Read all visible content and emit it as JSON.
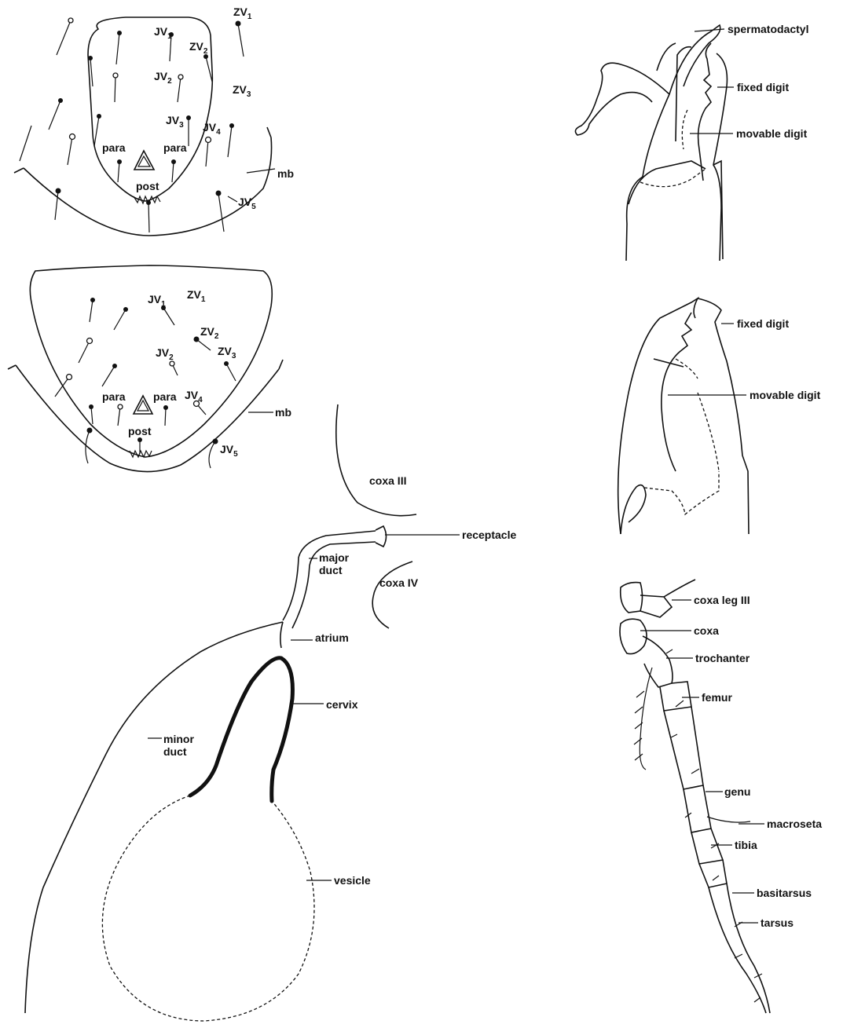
{
  "shield_upper": {
    "labels": {
      "zv1": {
        "main": "ZV",
        "sub": "1"
      },
      "jv1": {
        "main": "JV",
        "sub": "1"
      },
      "zv2": {
        "main": "ZV",
        "sub": "2"
      },
      "jv2": {
        "main": "JV",
        "sub": "2"
      },
      "zv3": {
        "main": "ZV",
        "sub": "3"
      },
      "jv3": {
        "main": "JV",
        "sub": "3"
      },
      "jv4": {
        "main": "JV",
        "sub": "4"
      },
      "para_left": "para",
      "para_right": "para",
      "mb": "mb",
      "post": "post",
      "jv5": {
        "main": "JV",
        "sub": "5"
      }
    }
  },
  "shield_lower": {
    "labels": {
      "jv1": {
        "main": "JV",
        "sub": "1"
      },
      "zv1": {
        "main": "ZV",
        "sub": "1"
      },
      "zv2": {
        "main": "ZV",
        "sub": "2"
      },
      "jv2": {
        "main": "JV",
        "sub": "2"
      },
      "zv3": {
        "main": "ZV",
        "sub": "3"
      },
      "para_left": "para",
      "para_right": "para",
      "jv4": {
        "main": "JV",
        "sub": "4"
      },
      "mb": "mb",
      "post": "post",
      "jv5": {
        "main": "JV",
        "sub": "5"
      }
    }
  },
  "chelicera_male": {
    "labels": {
      "spermatodactyl": "spermatodactyl",
      "fixed_digit": "fixed digit",
      "movable_digit": "movable digit"
    }
  },
  "chelicera_female": {
    "labels": {
      "fixed_digit": "fixed digit",
      "movable_digit": "movable digit"
    }
  },
  "spermatheca": {
    "labels": {
      "coxa_iii": "coxa III",
      "receptacle": "receptacle",
      "major_duct": "major\nduct",
      "coxa_iv": "coxa IV",
      "atrium": "atrium",
      "cervix": "cervix",
      "minor_duct": "minor\nduct",
      "vesicle": "vesicle"
    }
  },
  "leg": {
    "labels": {
      "coxa_leg_iii": "coxa leg III",
      "coxa": "coxa",
      "trochanter": "trochanter",
      "femur": "femur",
      "genu": "genu",
      "macroseta": "macroseta",
      "tibia": "tibia",
      "basitarsus": "basitarsus",
      "tarsus": "tarsus"
    }
  }
}
